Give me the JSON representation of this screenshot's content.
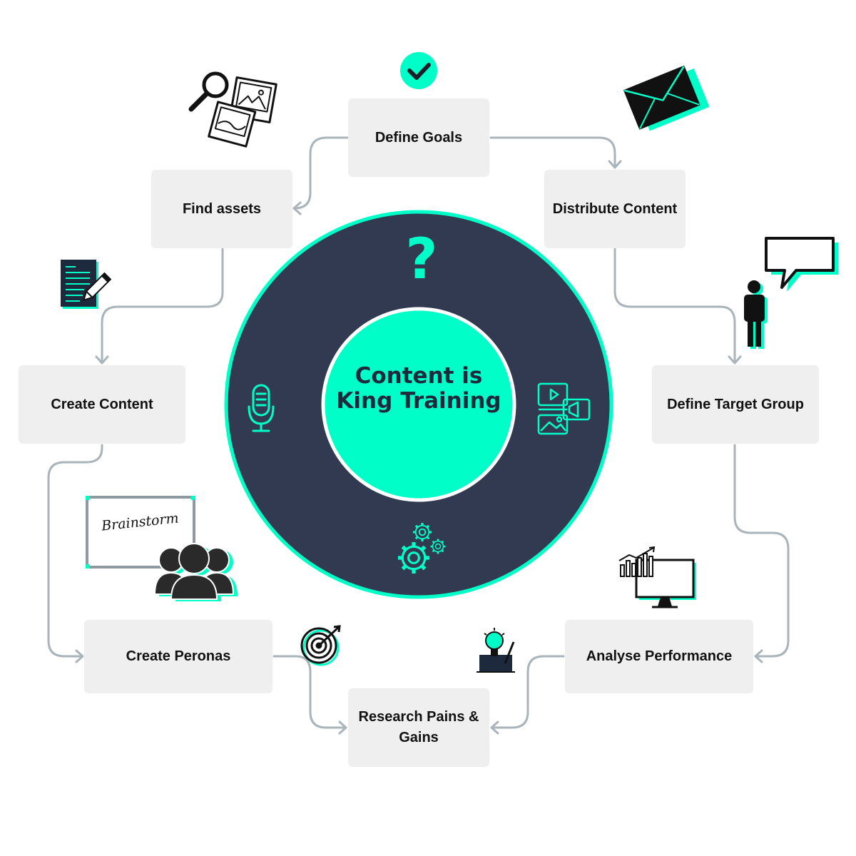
{
  "center": {
    "title": "Content is King Training"
  },
  "steps": {
    "define_goals": "Define Goals",
    "find_assets": "Find assets",
    "distribute_content": "Distribute Content",
    "create_content": "Create Content",
    "define_target_group": "Define Target Group",
    "create_personas": "Create Peronas",
    "analyse_performance": "Analyse Performance",
    "research": "Research Pains & Gains"
  },
  "illustrations": {
    "whiteboard_text": "Brainstorm"
  },
  "icons": [
    "check-icon",
    "magnifier-photos-icon",
    "envelope-icon",
    "document-pen-icon",
    "person-speech-bubble-icon",
    "whiteboard-icon",
    "team-icon",
    "target-icon",
    "lightbulb-person-icon",
    "chart-monitor-icon",
    "question-mark-icon",
    "microphone-icon",
    "media-icon",
    "gears-icon"
  ],
  "colors": {
    "accent": "#00ffc8",
    "dark": "#313a50",
    "box": "#efefef",
    "connector": "#a9b5ba",
    "text": "#111111"
  }
}
